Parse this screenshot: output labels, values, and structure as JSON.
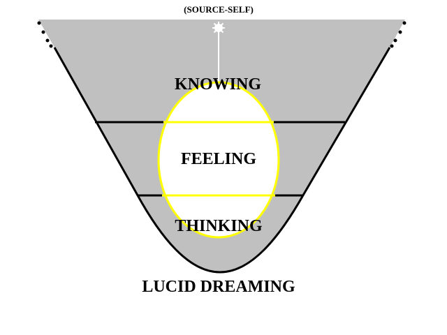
{
  "diagram": {
    "top_label": "(SOURCE-SELF)",
    "levels": [
      {
        "id": "knowing",
        "label": "KNOWING"
      },
      {
        "id": "feeling",
        "label": "FEELING"
      },
      {
        "id": "thinking",
        "label": "THINKING"
      }
    ],
    "bottom_label": "LUCID DREAMING"
  },
  "colors": {
    "background": "#ffffff",
    "funnel_fill": "#c0c0c0",
    "outline": "#000000",
    "ellipse_stroke": "#ffff00",
    "ellipse_fill": "#ffffff",
    "source_line": "#ffffff",
    "source_star": "#ffffff"
  }
}
